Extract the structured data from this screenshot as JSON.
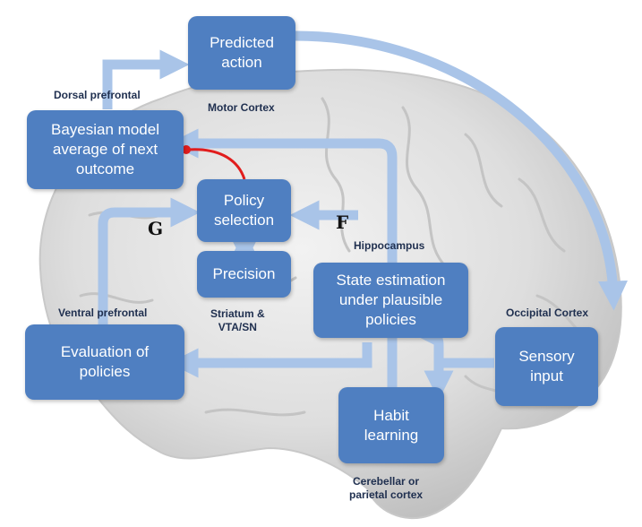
{
  "boxes": {
    "predicted_action": "Predicted\naction",
    "bayesian_model": "Bayesian model\naverage of next\noutcome",
    "policy_selection": "Policy\nselection",
    "precision": "Precision",
    "state_estimation": "State estimation\nunder plausible\npolicies",
    "evaluation": "Evaluation of\npolicies",
    "sensory_input": "Sensory\ninput",
    "habit_learning": "Habit\nlearning"
  },
  "regions": {
    "dorsal_prefrontal": "Dorsal prefrontal",
    "motor_cortex": "Motor Cortex",
    "hippocampus": "Hippocampus",
    "striatum": "Striatum  &\nVTA/SN",
    "ventral_prefrontal": "Ventral prefrontal",
    "occipital_cortex": "Occipital Cortex",
    "cerebellar": "Cerebellar or\nparietal cortex"
  },
  "letters": {
    "g": "G",
    "f": "F"
  },
  "colors": {
    "box": "#4f7fc1",
    "arrow": "#a9c4e8",
    "inhibitory": "#e11d1d",
    "brain": "#dcdcdc"
  }
}
